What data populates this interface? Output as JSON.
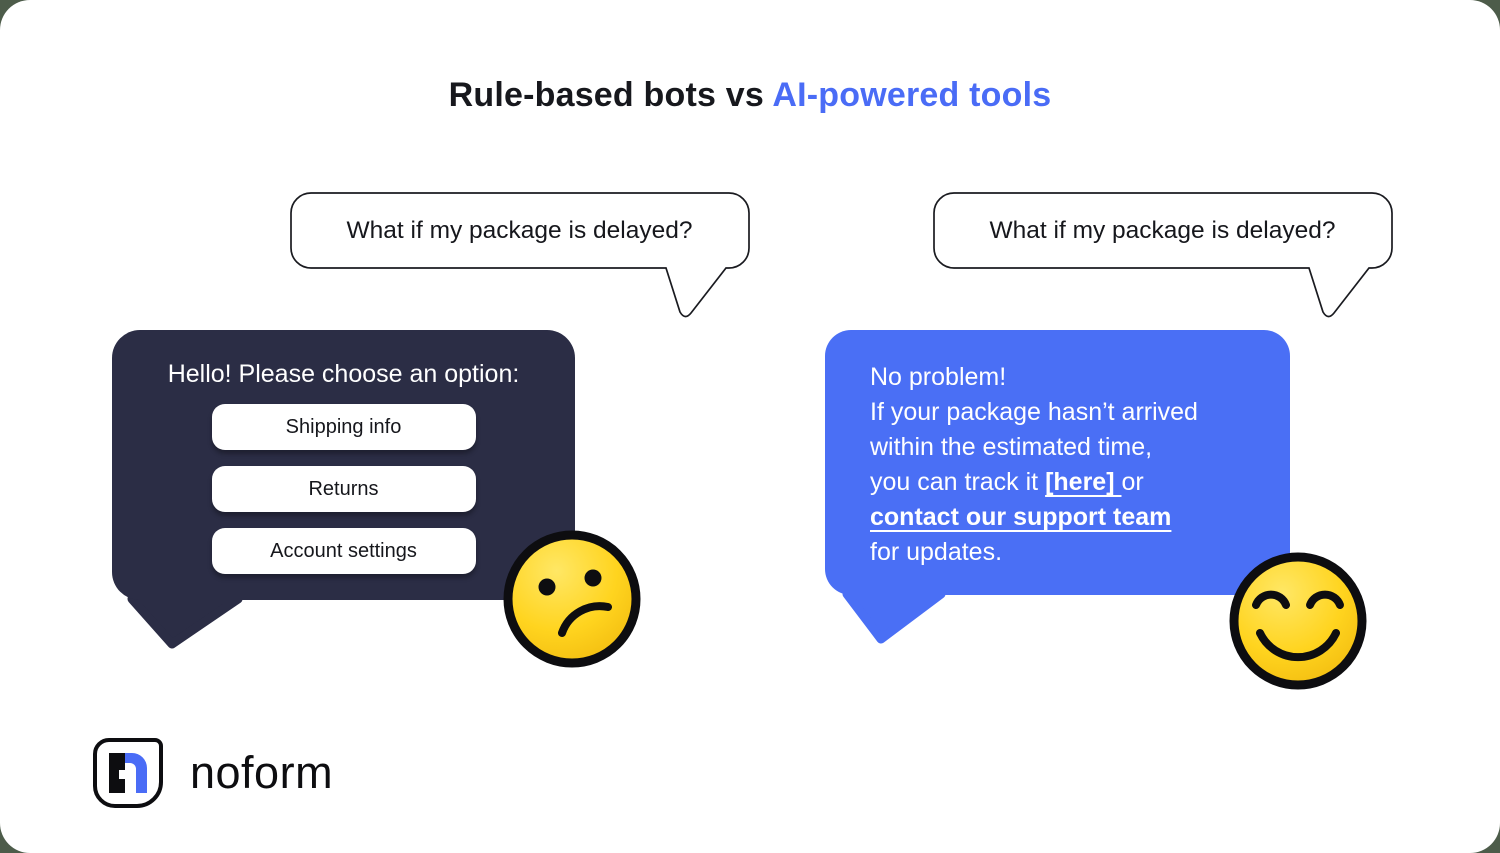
{
  "title": {
    "dark_part": "Rule-based bots vs ",
    "accent_part": "AI-powered tools"
  },
  "left_chat": {
    "question": "What if my package is delayed?",
    "bot_prompt": "Hello! Please choose an option:",
    "options": [
      "Shipping info",
      "Returns",
      "Account settings"
    ],
    "emoji": "confused-face"
  },
  "right_chat": {
    "question": "What if my package is delayed?",
    "answer": {
      "line1": "No problem!",
      "line2": "If your package hasn’t arrived",
      "line3": "within the estimated time,",
      "line4_before_link": "you can track it ",
      "line4_link": "[here] ",
      "line4_after_link": "or",
      "line5_link": "contact our support team",
      "line6": "for updates."
    },
    "emoji": "smiling-face-with-smiling-eyes"
  },
  "brand": {
    "name": "noform"
  },
  "colors": {
    "accent_blue": "#4a6cf6",
    "bubble_blue": "#4a6ff5",
    "dark_navy": "#2b2d45",
    "emoji_yellow": "#ffd41f",
    "outline_black": "#0d0d10",
    "card_white": "#ffffff",
    "page_background": "#4d5c4a"
  }
}
